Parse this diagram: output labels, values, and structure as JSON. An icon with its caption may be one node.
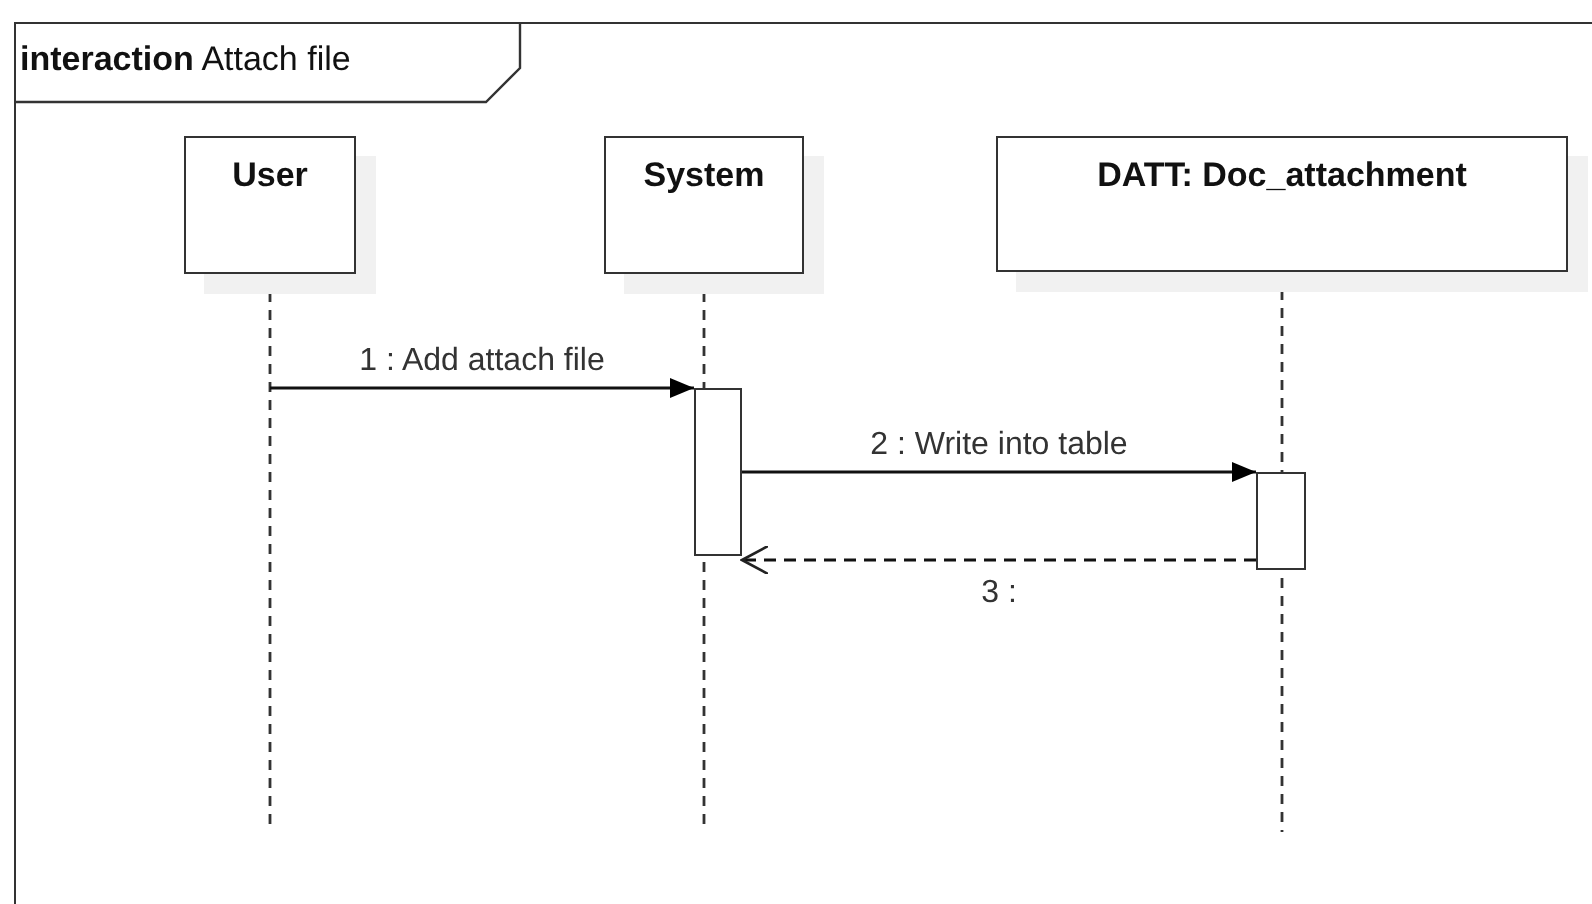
{
  "diagram": {
    "nodes": [
      {
        "text": [
          "**interaction** Attach file"
        ]
      },
      {
        "text": [
          "User"
        ],
        "in": 0
      },
      {
        "text": [
          "System"
        ],
        "in": 0
      },
      {
        "text": [
          "DATT: Doc_attachment"
        ],
        "in": 0
      },
      {
        "text": [],
        "shape": "bar",
        "in": 0
      },
      {
        "text": [],
        "shape": "bar",
        "in": 0
      }
    ],
    "edges": [
      {
        "from": 1,
        "to": 4,
        "arrow": "to",
        "label": "1 : Add attach file"
      },
      {
        "from": 4,
        "to": 5,
        "arrow": "to",
        "label": "2 : Write into table"
      },
      {
        "from": 5,
        "to": 4,
        "arrow": "to",
        "label": "3 :",
        "style": "dashed"
      }
    ]
  }
}
